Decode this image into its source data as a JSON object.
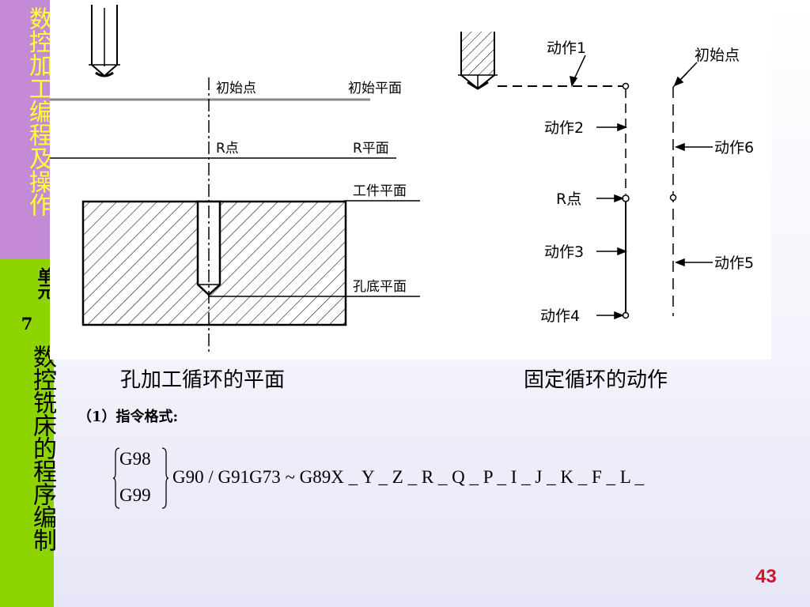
{
  "sidebar": {
    "course_title": "数控加工编程及操作",
    "unit_label": "单元",
    "unit_number": "7",
    "section_title": "数控铣床的程序编制"
  },
  "figure": {
    "left_diagram": {
      "initial_point_label": "初始点",
      "initial_plane_label": "初始平面",
      "r_point_label": "R点",
      "r_plane_label": "R平面",
      "workpiece_plane_label": "工件平面",
      "hole_bottom_plane_label": "孔底平面"
    },
    "right_diagram": {
      "action1": "动作1",
      "action2": "动作2",
      "action3": "动作3",
      "action4": "动作4",
      "action5": "动作5",
      "action6": "动作6",
      "r_point_label": "R点",
      "initial_point_label": "初始点"
    }
  },
  "captions": {
    "left": "孔加工循环的平面",
    "right": "固定循环的动作"
  },
  "content": {
    "format_heading": "（1）指令格式:",
    "code_option_top": "G98",
    "code_option_bottom": "G99",
    "code_main": "G90 / G91G73 ~ G89X _ Y _ Z _ R _ Q _ P _ I _ J _ K _ F _ L _"
  },
  "page_number": "43",
  "colors": {
    "sidebar_top": "#c58ad6",
    "sidebar_bottom": "#8ed400",
    "course_title_text": "#ffff33",
    "page_number": "#d2142a"
  }
}
